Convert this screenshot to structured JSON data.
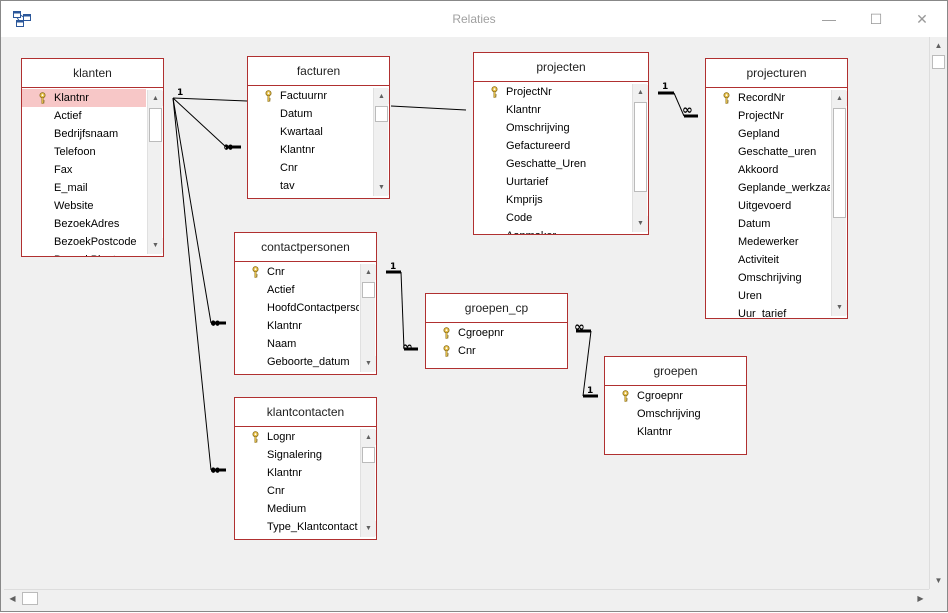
{
  "window": {
    "title": "Relaties",
    "minimize": "—",
    "maximize": "☐",
    "close": "✕"
  },
  "colors": {
    "table_border": "#b03030",
    "selected_row": "#f7c7c7",
    "canvas": "#f0f0f0"
  },
  "tables": {
    "klanten": {
      "name": "klanten",
      "fields": [
        "Klantnr",
        "Actief",
        "Bedrijfsnaam",
        "Telefoon",
        "Fax",
        "E_mail",
        "Website",
        "BezoekAdres",
        "BezoekPostcode",
        "BezoekPlaats"
      ],
      "primary_keys": [
        "Klantnr"
      ],
      "selected": "Klantnr"
    },
    "facturen": {
      "name": "facturen",
      "fields": [
        "Factuurnr",
        "Datum",
        "Kwartaal",
        "Klantnr",
        "Cnr",
        "tav"
      ],
      "primary_keys": [
        "Factuurnr"
      ]
    },
    "projecten": {
      "name": "projecten",
      "fields": [
        "ProjectNr",
        "Klantnr",
        "Omschrijving",
        "Gefactureerd",
        "Geschatte_Uren",
        "Uurtarief",
        "Kmprijs",
        "Code",
        "Aanmaker"
      ],
      "primary_keys": [
        "ProjectNr"
      ]
    },
    "projecturen": {
      "name": "projecturen",
      "fields": [
        "RecordNr",
        "ProjectNr",
        "Gepland",
        "Geschatte_uren",
        "Akkoord",
        "Geplande_werkzaamheden",
        "Uitgevoerd",
        "Datum",
        "Medewerker",
        "Activiteit",
        "Omschrijving",
        "Uren",
        "Uur_tarief"
      ],
      "primary_keys": [
        "RecordNr"
      ]
    },
    "contactpersonen": {
      "name": "contactpersonen",
      "fields": [
        "Cnr",
        "Actief",
        "HoofdContactpersoon",
        "Klantnr",
        "Naam",
        "Geboorte_datum"
      ],
      "primary_keys": [
        "Cnr"
      ]
    },
    "groepen_cp": {
      "name": "groepen_cp",
      "fields": [
        "Cgroepnr",
        "Cnr"
      ],
      "primary_keys": [
        "Cgroepnr",
        "Cnr"
      ]
    },
    "groepen": {
      "name": "groepen",
      "fields": [
        "Cgroepnr",
        "Omschrijving",
        "Klantnr"
      ],
      "primary_keys": [
        "Cgroepnr"
      ]
    },
    "klantcontacten": {
      "name": "klantcontacten",
      "fields": [
        "Lognr",
        "Signalering",
        "Klantnr",
        "Cnr",
        "Medium",
        "Type_Klantcontact"
      ],
      "primary_keys": [
        "Lognr"
      ]
    }
  },
  "relationships": [
    {
      "from": "klanten.Klantnr",
      "to": "facturen.Klantnr",
      "from_label": "1",
      "to_label": "∞"
    },
    {
      "from": "klanten.Klantnr",
      "to": "projecten.Klantnr"
    },
    {
      "from": "klanten.Klantnr",
      "to": "contactpersonen.Klantnr",
      "to_label": "∞"
    },
    {
      "from": "klanten.Klantnr",
      "to": "klantcontacten.Klantnr",
      "to_label": "∞"
    },
    {
      "from": "projecten.ProjectNr",
      "to": "projecturen.ProjectNr",
      "from_label": "1",
      "to_label": "∞"
    },
    {
      "from": "contactpersonen.Cnr",
      "to": "groepen_cp.Cnr",
      "from_label": "1",
      "to_label": "∞"
    },
    {
      "from": "groepen.Cgroepnr",
      "to": "groepen_cp.Cgroepnr",
      "from_label": "1",
      "to_label": "∞"
    }
  ]
}
